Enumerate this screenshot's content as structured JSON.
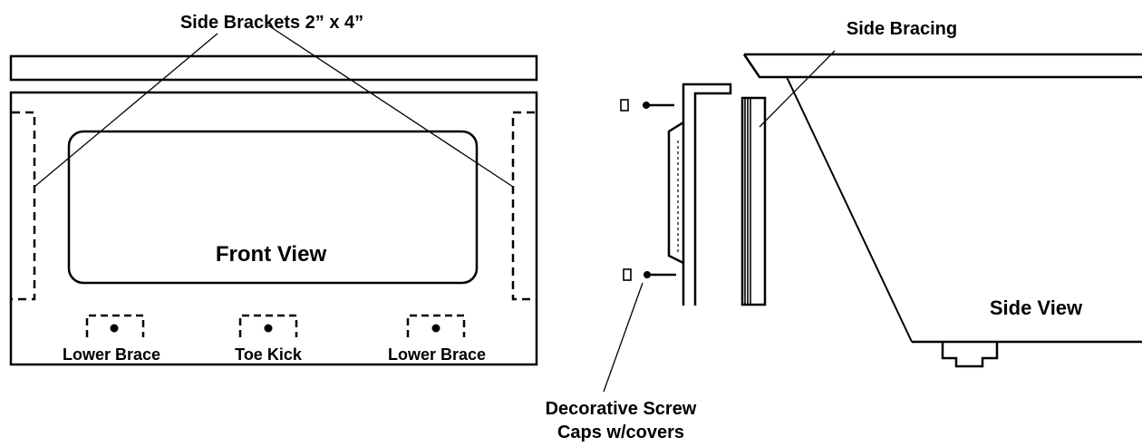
{
  "labels": {
    "side_brackets": "Side Brackets  2” x 4”",
    "side_bracing": "Side Bracing",
    "front_view": "Front View",
    "side_view": "Side View",
    "lower_brace_left": "Lower Brace",
    "toe_kick": "Toe Kick",
    "lower_brace_right": "Lower Brace",
    "screw_caps_line1": "Decorative Screw",
    "screw_caps_line2": "Caps w/covers"
  },
  "colors": {
    "ink": "#000000",
    "background": "#ffffff"
  }
}
